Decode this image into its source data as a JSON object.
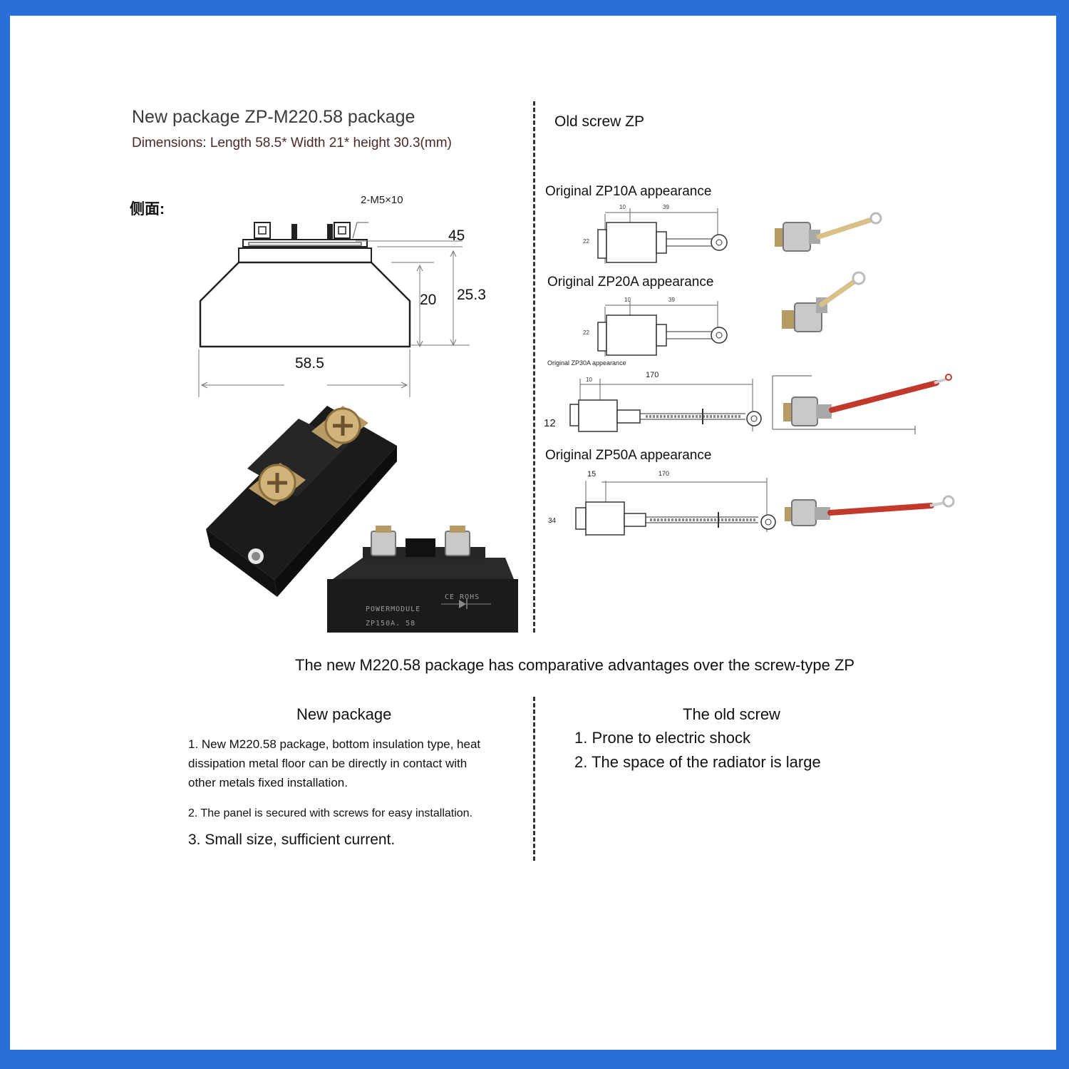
{
  "new_package": {
    "title": "New package ZP-M220.58 package",
    "dimensions": "Dimensions: Length 58.5* Width 21* height 30.3(mm)",
    "side_label": "侧面:",
    "drawing": {
      "screw_label": "2-M5×10",
      "dim_top": "45",
      "dim_inner": "20",
      "dim_total": "25.3",
      "dim_length": "58.5"
    },
    "photo": {
      "brand": "POWERMODULE",
      "model": "ZP150A. 58",
      "cert": "CE ROHS"
    }
  },
  "old_screw": {
    "title": "Old screw ZP",
    "items": [
      {
        "label": "Original ZP10A appearance",
        "d1": "10",
        "d2": "39",
        "side": "22"
      },
      {
        "label": "Original ZP20A appearance",
        "d1": "10",
        "d2": "39",
        "side": "22"
      },
      {
        "label": "Original ZP30A appearance",
        "d1": "10",
        "d2": "170",
        "side": "12"
      },
      {
        "label": "Original ZP50A appearance",
        "d1": "15",
        "d2": "170",
        "side": "34"
      }
    ]
  },
  "comparison": {
    "headline": "The new M220.58 package has comparative advantages over the screw-type ZP",
    "new_package": {
      "title": "New package",
      "points": [
        "1. New M220.58 package, bottom insulation type, heat dissipation metal floor can be directly in contact with other metals fixed installation.",
        "2. The panel is secured with screws for easy installation.",
        "3. Small size, sufficient current."
      ]
    },
    "old_screw": {
      "title": "The old screw",
      "points": [
        "1. Prone to electric shock",
        "2. The space of the radiator is large"
      ]
    }
  },
  "colors": {
    "frame_blue": "#2a6fd9",
    "module_black": "#1b1b1b",
    "cable_red": "#c0392b"
  }
}
